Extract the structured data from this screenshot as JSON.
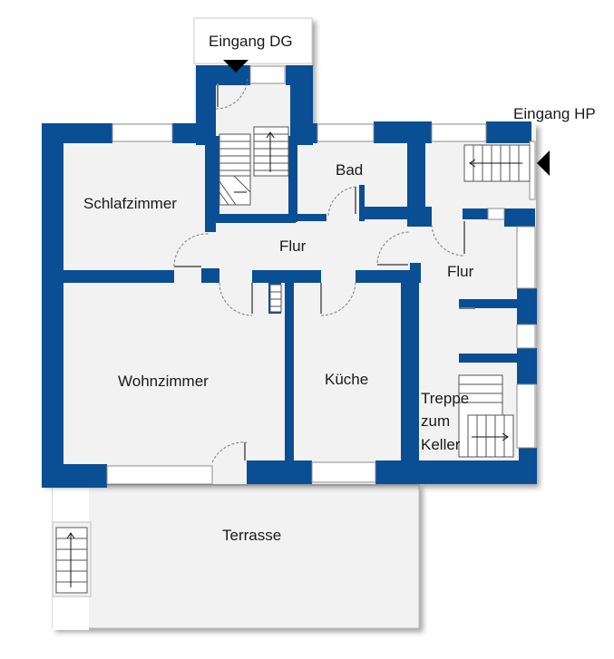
{
  "rooms": {
    "eingang_dg": "Eingang DG",
    "eingang_hp": "Eingang HP",
    "bad": "Bad",
    "schlafzimmer": "Schlafzimmer",
    "flur_1": "Flur",
    "flur_2": "Flur",
    "wohnzimmer": "Wohnzimmer",
    "kueche": "Küche",
    "treppe_line1": "Treppe",
    "treppe_line2": "zum",
    "treppe_line3": "Keller",
    "terrasse": "Terrasse"
  },
  "colors": {
    "wall": "#0a4e94",
    "floor": "#f2f2f2",
    "window": "#ffffff",
    "entrance-marker": "#000000"
  },
  "icons": [
    "entrance-triangle-icon",
    "staircase-icon",
    "door-swing-icon"
  ]
}
